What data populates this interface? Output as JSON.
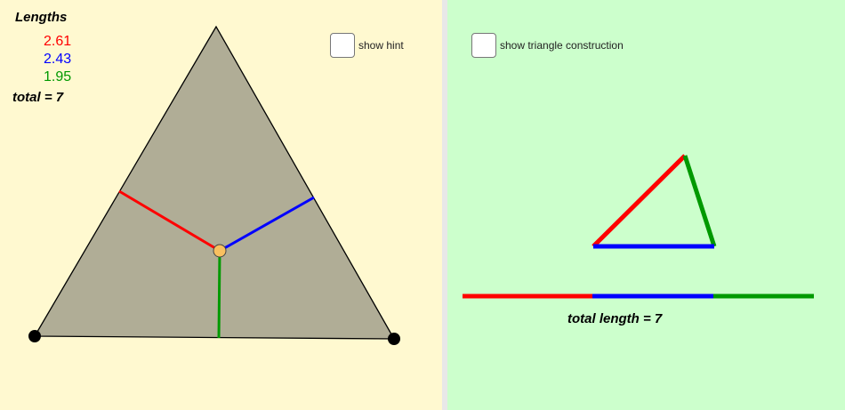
{
  "lengths": {
    "title": "Lengths",
    "red": "2.61",
    "blue": "2.43",
    "green": "1.95",
    "total": "total = 7"
  },
  "show_hint": {
    "label": "show hint",
    "checked": false
  },
  "show_construction": {
    "label": "show triangle construction",
    "checked": false
  },
  "total_length": "total length = 7",
  "colors": {
    "red": "#ff0000",
    "blue": "#0000ff",
    "green": "#009900",
    "triangle": "#b0ad96",
    "point": "#f8c060"
  }
}
